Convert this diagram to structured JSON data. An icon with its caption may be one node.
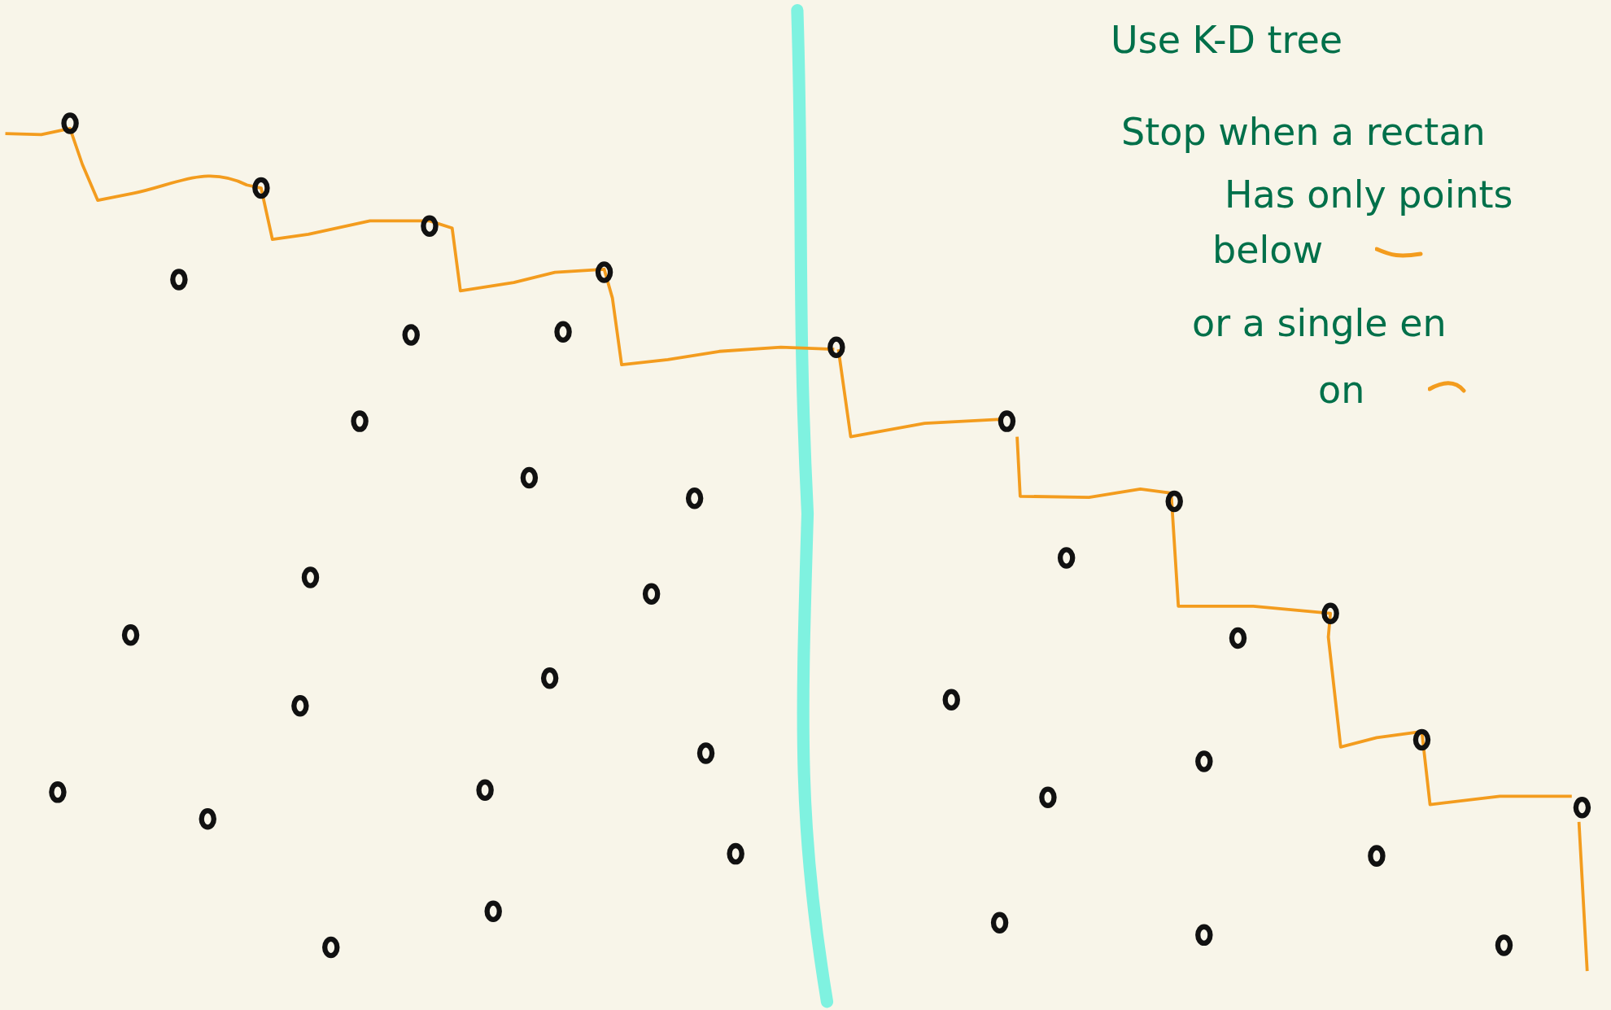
{
  "diagram": {
    "labels": [
      "Use K-D tree",
      "Stop when a rectan",
      "Has only points",
      "below",
      "or a single en",
      "on"
    ]
  }
}
